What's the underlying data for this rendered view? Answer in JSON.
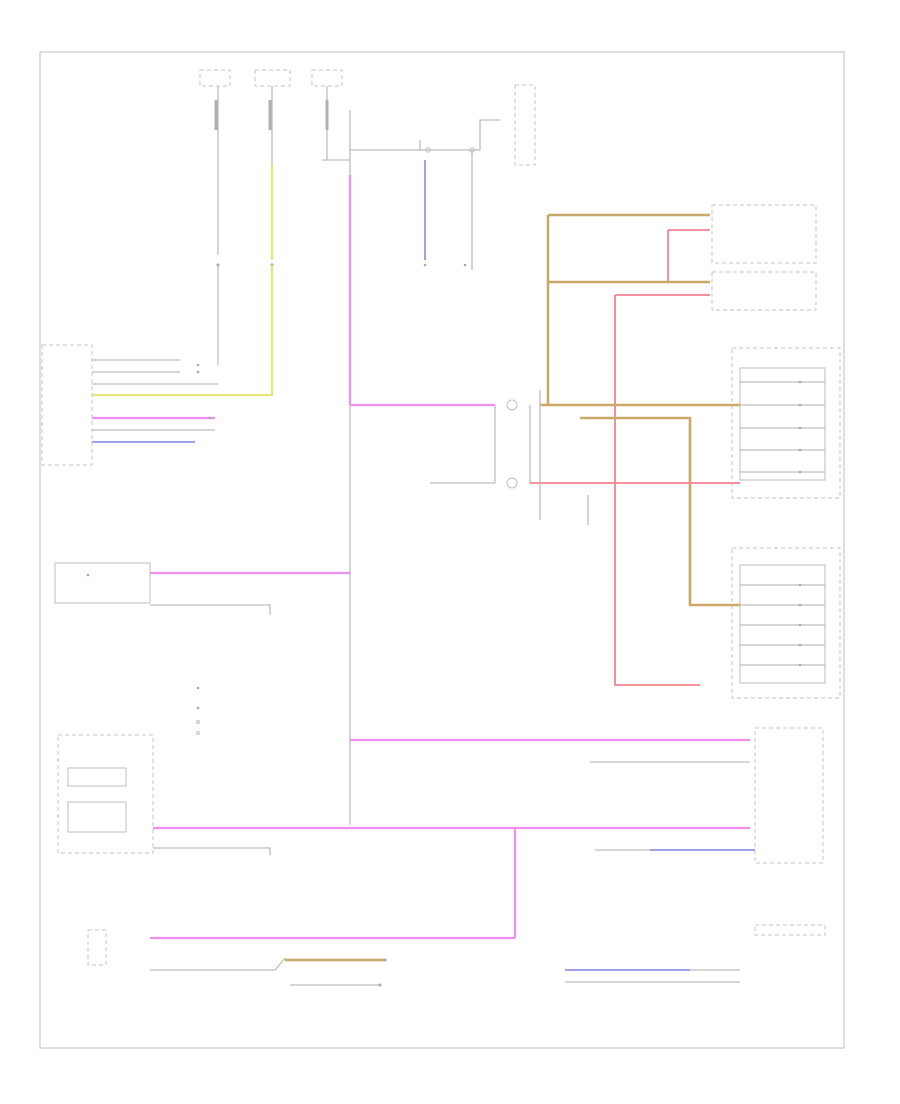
{
  "diagram": {
    "footer_code": "",
    "components": [
      {
        "id": "fuse-column-1"
      },
      {
        "id": "fuse-column-2"
      },
      {
        "id": "fuse-column-3"
      },
      {
        "id": "ground-top"
      },
      {
        "id": "flasher-relay"
      },
      {
        "id": "right-front-turn-lamp"
      },
      {
        "id": "left-front-turn-lamp"
      },
      {
        "id": "left-rear-lamp-assembly"
      },
      {
        "id": "right-rear-lamp-assembly"
      },
      {
        "id": "hazard-switch-module"
      },
      {
        "id": "turn-signal-switch"
      },
      {
        "id": "left-module-bottom"
      },
      {
        "id": "right-module-bottom"
      },
      {
        "id": "instrument-cluster"
      },
      {
        "id": "bottom-left-module"
      },
      {
        "id": "bottom-center-relay"
      }
    ],
    "legend": {
      "items": [
        "",
        "",
        "",
        ""
      ]
    }
  }
}
